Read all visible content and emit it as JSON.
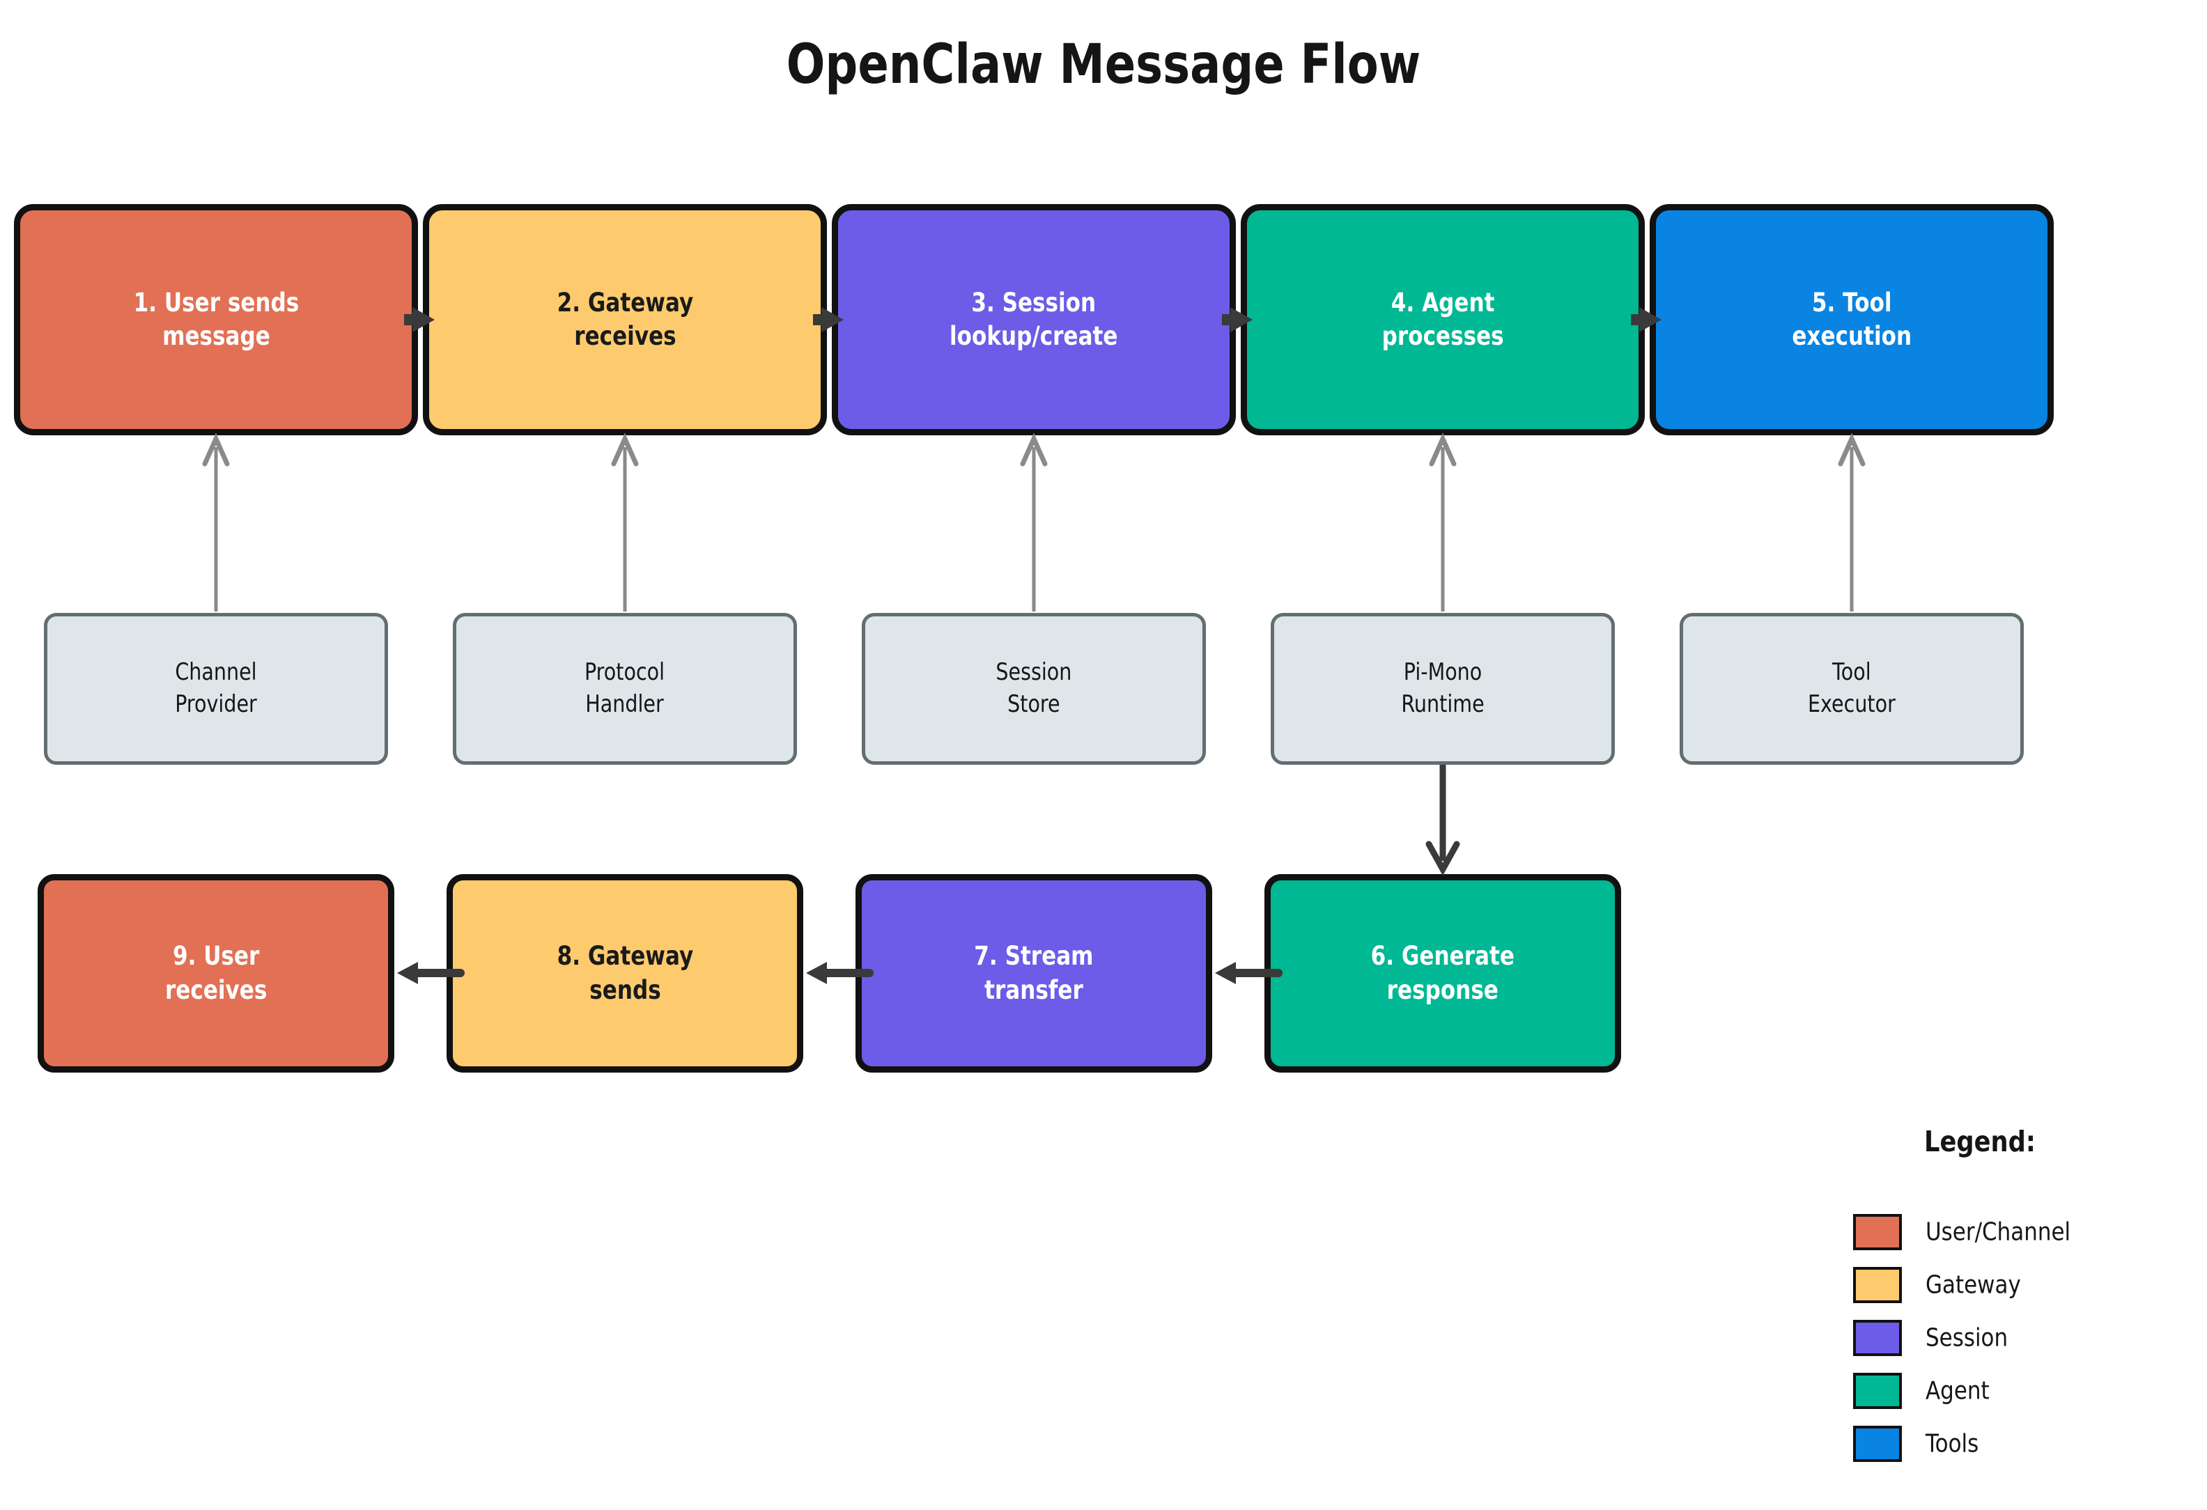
{
  "title": "OpenClaw Message Flow",
  "colors": {
    "user_channel": "#e17055",
    "gateway": "#fdcb6e",
    "session": "#6c5ce7",
    "agent": "#00b894",
    "tools": "#0984e3",
    "component_fill": "#dfe6e9",
    "component_border": "#636e72",
    "box_border": "#111111",
    "arrow_dark": "#3a3a3a",
    "arrow_gray": "#8a8a8a"
  },
  "top_row": [
    {
      "label": "1. User sends\nmessage"
    },
    {
      "label": "2. Gateway\nreceives"
    },
    {
      "label": "3. Session\nlookup/create"
    },
    {
      "label": "4. Agent\nprocesses"
    },
    {
      "label": "5. Tool\nexecution"
    }
  ],
  "component_row": [
    {
      "label": "Channel\nProvider"
    },
    {
      "label": "Protocol\nHandler"
    },
    {
      "label": "Session\nStore"
    },
    {
      "label": "Pi-Mono\nRuntime"
    },
    {
      "label": "Tool\nExecutor"
    }
  ],
  "bottom_row": [
    {
      "label": "9. User\nreceives"
    },
    {
      "label": "8. Gateway\nsends"
    },
    {
      "label": "7. Stream\ntransfer"
    },
    {
      "label": "6. Generate\nresponse"
    }
  ],
  "legend": {
    "title": "Legend:",
    "items": [
      {
        "label": "User/Channel"
      },
      {
        "label": "Gateway"
      },
      {
        "label": "Session"
      },
      {
        "label": "Agent"
      },
      {
        "label": "Tools"
      }
    ]
  }
}
